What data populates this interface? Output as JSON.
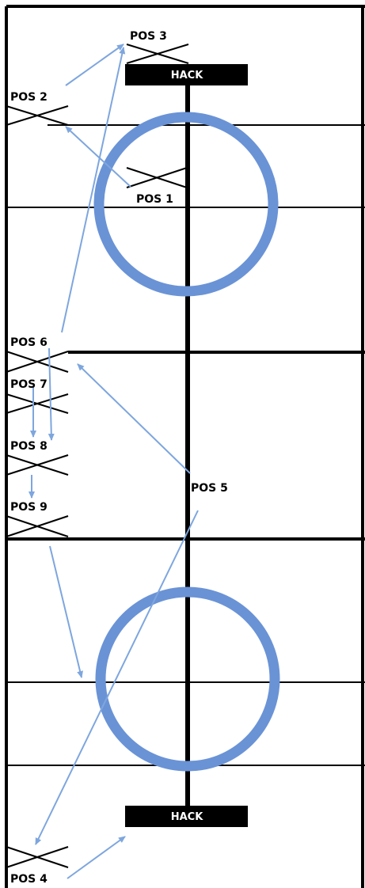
{
  "diagram": {
    "colors": {
      "ink": "#000000",
      "ring": "#6a93d6",
      "arrow": "#7ea6de",
      "hack_text": "#ffffff"
    },
    "hack_labels": {
      "top": "HACK",
      "bottom": "HACK"
    },
    "positions": {
      "pos1": "POS 1",
      "pos2": "POS 2",
      "pos3": "POS 3",
      "pos4": "POS 4",
      "pos5": "POS 5",
      "pos6": "POS 6",
      "pos7": "POS 7",
      "pos8": "POS 8",
      "pos9": "POS 9"
    }
  }
}
